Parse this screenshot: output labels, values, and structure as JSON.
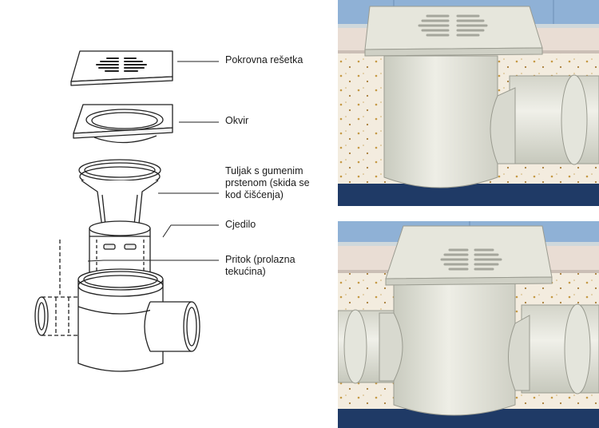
{
  "labels": {
    "grate": "Pokrovna rešetka",
    "frame": "Okvir",
    "sleeve_line1": "Tuljak s gumenim",
    "sleeve_line2": "prstenom (skida se",
    "sleeve_line3": "kod čišćenja)",
    "strainer": "Cjedilo",
    "inlet_line1": "Pritok (prolazna",
    "inlet_line2": "tekućina)"
  },
  "colors": {
    "line": "#222222",
    "tile": "#8fb1d6",
    "screed": "#e9ddd4",
    "concrete": "#f2eadf",
    "slab": "#1f3a66",
    "pipe": "#e3e4da"
  }
}
